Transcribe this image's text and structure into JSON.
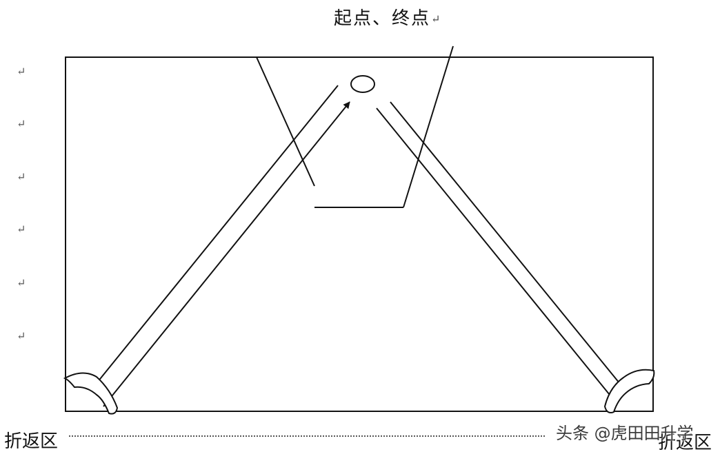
{
  "labels": {
    "start_end": "起点、终点",
    "return_mark": "↵",
    "turnaround_left": "折返区",
    "turnaround_right": "折返区"
  },
  "margin_marks": [
    "↵",
    "↵",
    "↵",
    "↵",
    "↵",
    "↵"
  ],
  "watermark": "头条 @虎田田升学",
  "colors": {
    "line": "#111111",
    "background": "#ffffff"
  }
}
